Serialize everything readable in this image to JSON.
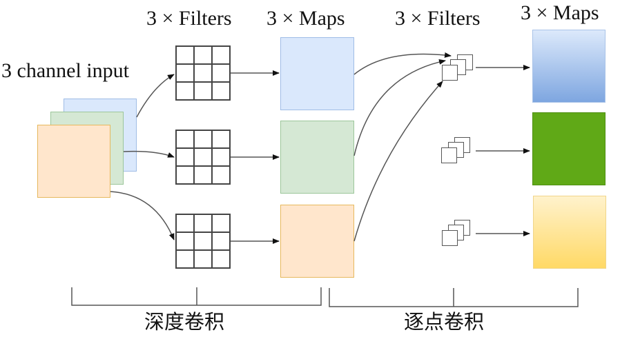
{
  "headers": {
    "input": "3 channel input",
    "dw_filters": "3 × Filters",
    "dw_maps": "3 × Maps",
    "pw_filters": "3 × Filters",
    "pw_maps": "3 × Maps"
  },
  "groups": {
    "depthwise": "深度卷积",
    "pointwise": "逐点卷积"
  },
  "colors": {
    "blue_fill": "#dae8fc",
    "blue_border": "#9fbce6",
    "green_fill": "#d5e8d4",
    "green_border": "#9cc69a",
    "orange_fill": "#ffe6cc",
    "orange_border": "#e6b85c",
    "out_blue_top": "#dce9fb",
    "out_blue_bottom": "#7ea6e0",
    "out_green": "#60a917",
    "out_yellow_top": "#fff2cc",
    "out_yellow_bottom": "#ffd966",
    "line": "#555555"
  }
}
